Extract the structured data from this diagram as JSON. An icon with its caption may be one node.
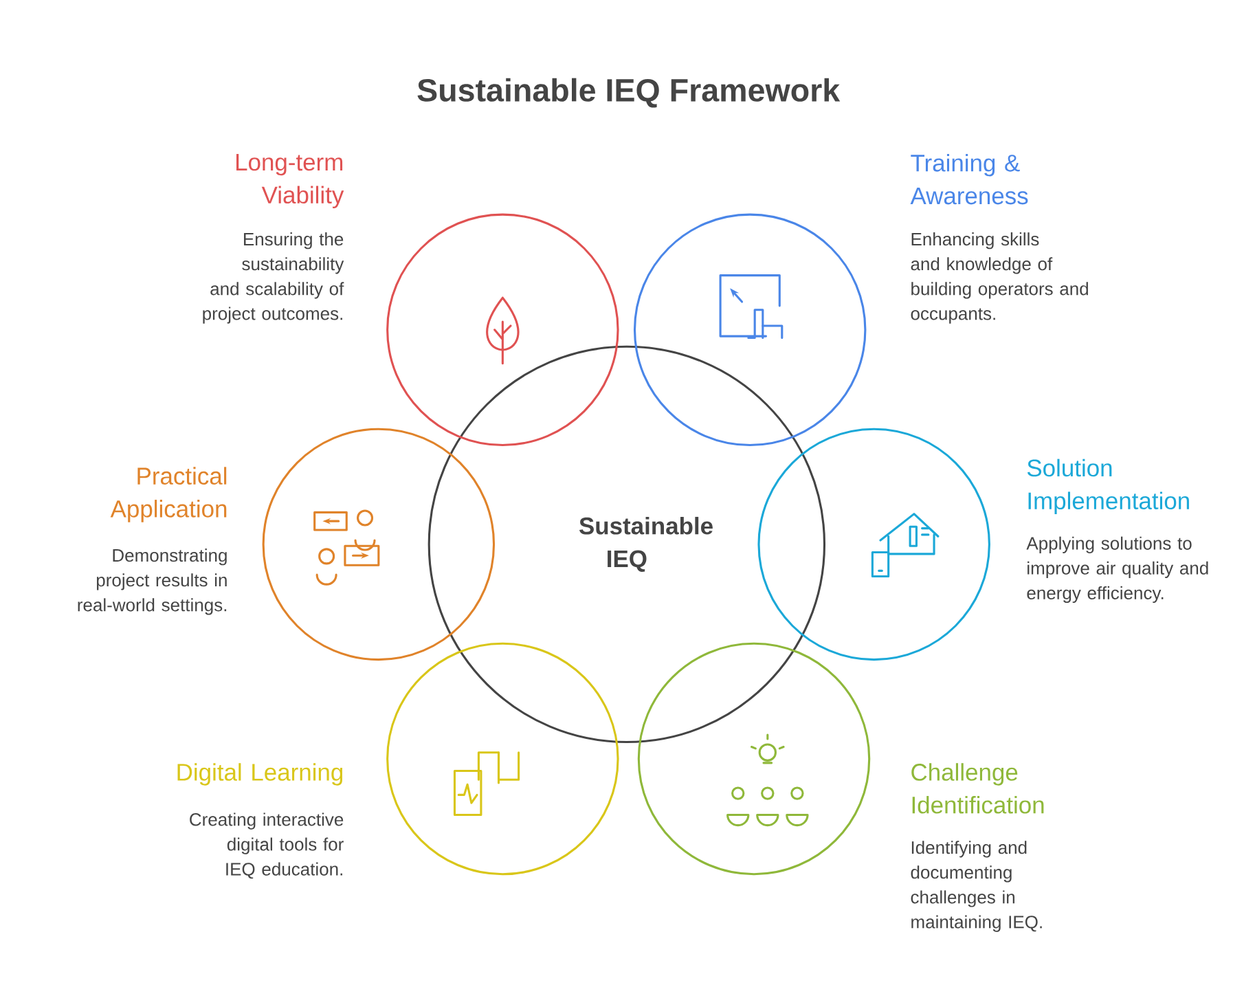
{
  "diagram": {
    "title": "Sustainable IEQ Framework",
    "nodes": [
      {
        "text": [
          "Sustainable IEQ"
        ]
      },
      {
        "text": [
          "Long-term Viability",
          "Ensuring the sustainability and scalability of project outcomes."
        ]
      },
      {
        "text": [
          "Training & Awareness",
          "Enhancing skills and knowledge of building operators and occupants."
        ]
      },
      {
        "text": [
          "Practical Application",
          "Demonstrating project results in real-world settings."
        ]
      },
      {
        "text": [
          "Solution Implementation",
          "Applying solutions to improve air quality and energy efficiency."
        ]
      },
      {
        "text": [
          "Digital Learning",
          "Creating interactive digital tools for IEQ education."
        ]
      },
      {
        "text": [
          "Challenge Identification",
          "Identifying and documenting challenges in maintaining IEQ."
        ]
      }
    ],
    "edges": []
  }
}
